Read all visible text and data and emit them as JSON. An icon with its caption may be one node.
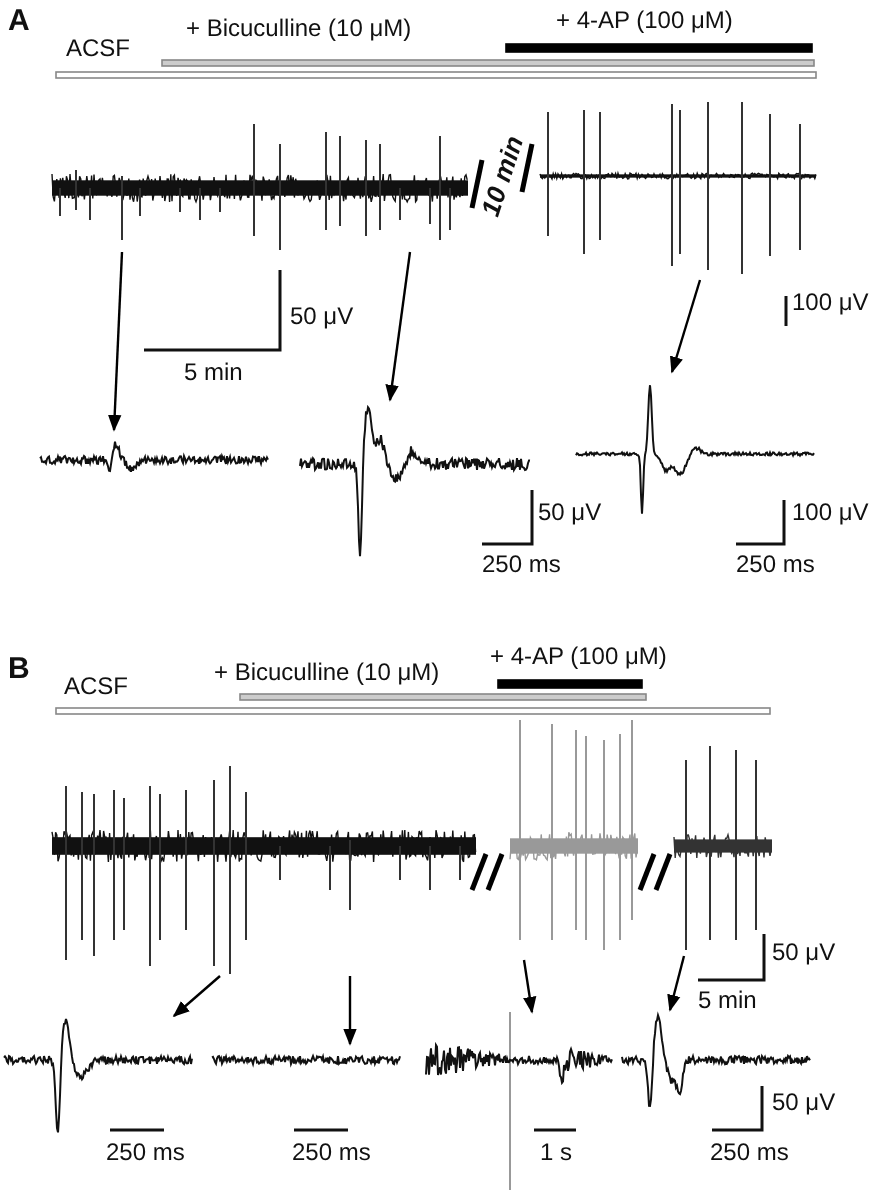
{
  "diagram": {
    "nodes": [
      {
        "text": [],
        "shape": "picture"
      },
      {
        "text": [],
        "shape": "picture"
      },
      {
        "text": [],
        "shape": "picture"
      },
      {
        "text": [],
        "shape": "picture"
      },
      {
        "text": [],
        "shape": "picture"
      },
      {
        "text": [],
        "shape": "picture"
      },
      {
        "text": [],
        "shape": "picture"
      },
      {
        "text": [],
        "shape": "picture"
      },
      {
        "text": [],
        "shape": "picture"
      },
      {
        "text": [],
        "shape": "picture"
      },
      {
        "text": [],
        "shape": "picture"
      },
      {
        "text": [],
        "shape": "picture"
      }
    ],
    "edges": [
      {
        "from": 0,
        "to": 2,
        "arrow": "to"
      },
      {
        "from": 0,
        "to": 3,
        "arrow": "to"
      },
      {
        "from": 1,
        "to": 4,
        "arrow": "to"
      },
      {
        "from": 5,
        "to": 8,
        "arrow": "to"
      },
      {
        "from": 5,
        "to": 9,
        "arrow": "to"
      },
      {
        "from": 6,
        "to": 10,
        "arrow": "to"
      },
      {
        "from": 7,
        "to": 11,
        "arrow": "to"
      }
    ],
    "labels": [
      "A",
      "ACSF",
      "+ Bicuculline (10 μM)",
      "+ 4-AP (100 μM)",
      "10 min",
      "50 μV",
      "5 min",
      "100 μV",
      "50 μV",
      "250 ms",
      "100 μV",
      "250 ms",
      "B",
      "ACSF",
      "+ Bicuculline (10 μM)",
      "+ 4-AP (100 μM)",
      "50 μV",
      "5 min",
      "250 ms",
      "250 ms",
      "1 s",
      "50 μV",
      "250 ms"
    ]
  }
}
